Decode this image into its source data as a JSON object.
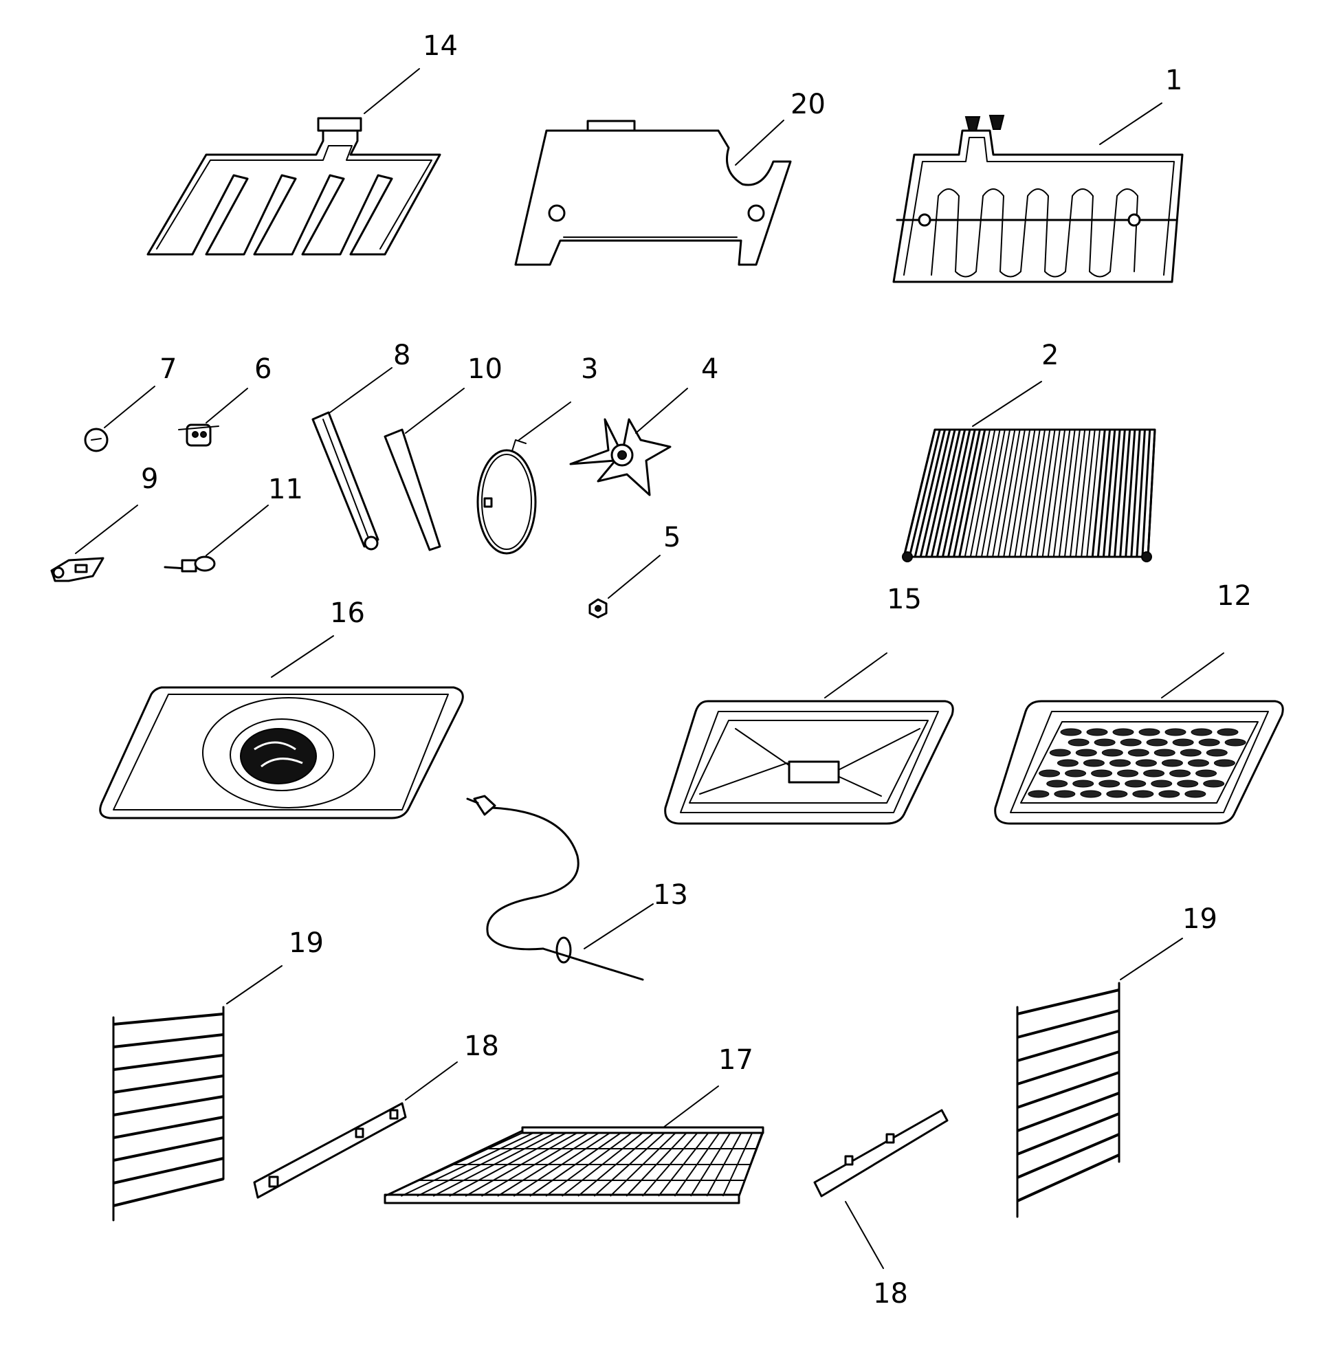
{
  "parts": [
    {
      "id": "part-1",
      "label": "1"
    },
    {
      "id": "part-2",
      "label": "2"
    },
    {
      "id": "part-3",
      "label": "3"
    },
    {
      "id": "part-4",
      "label": "4"
    },
    {
      "id": "part-5",
      "label": "5"
    },
    {
      "id": "part-6",
      "label": "6"
    },
    {
      "id": "part-7",
      "label": "7"
    },
    {
      "id": "part-8",
      "label": "8"
    },
    {
      "id": "part-9",
      "label": "9"
    },
    {
      "id": "part-10",
      "label": "10"
    },
    {
      "id": "part-11",
      "label": "11"
    },
    {
      "id": "part-12",
      "label": "12"
    },
    {
      "id": "part-13",
      "label": "13"
    },
    {
      "id": "part-14",
      "label": "14"
    },
    {
      "id": "part-15",
      "label": "15"
    },
    {
      "id": "part-16",
      "label": "16"
    },
    {
      "id": "part-17",
      "label": "17"
    },
    {
      "id": "part-18a",
      "label": "18"
    },
    {
      "id": "part-18b",
      "label": "18"
    },
    {
      "id": "part-19a",
      "label": "19"
    },
    {
      "id": "part-19b",
      "label": "19"
    },
    {
      "id": "part-20",
      "label": "20"
    }
  ]
}
